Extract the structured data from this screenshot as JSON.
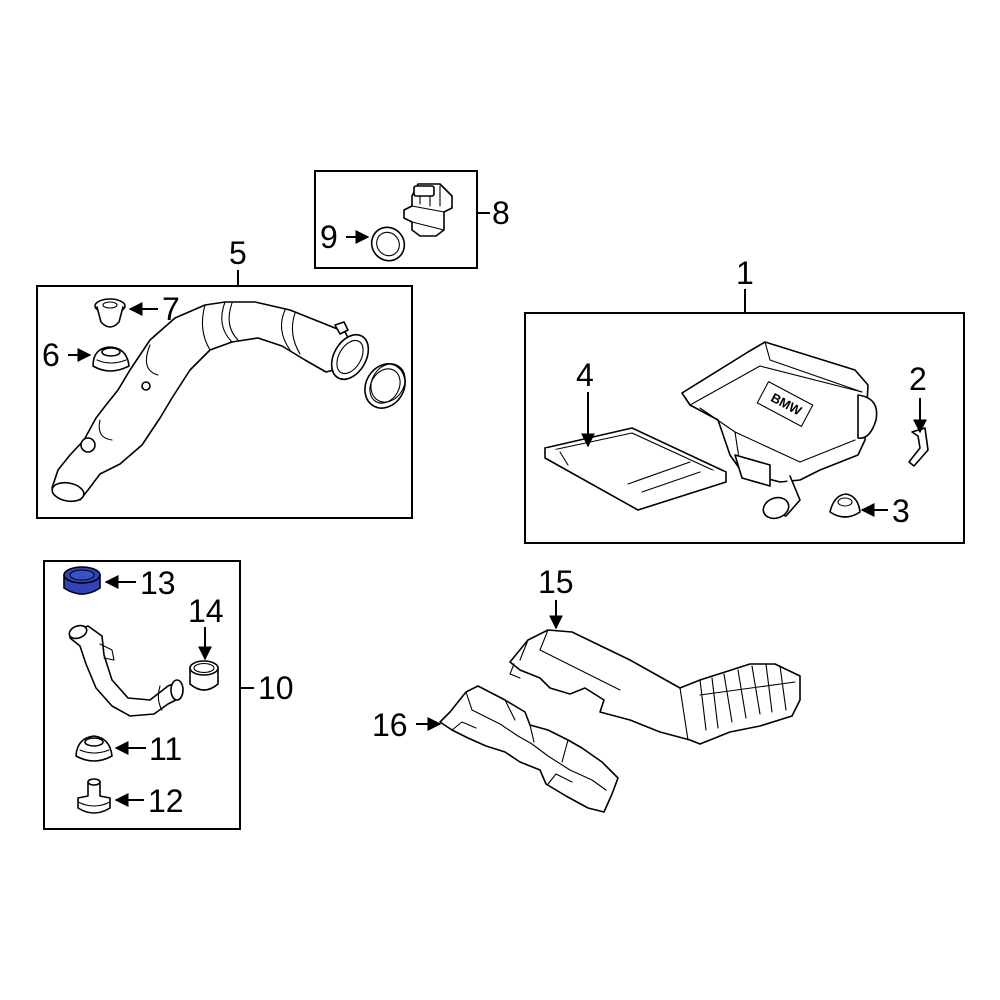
{
  "diagram": {
    "callouts": {
      "c1": "1",
      "c2": "2",
      "c3": "3",
      "c4": "4",
      "c5": "5",
      "c6": "6",
      "c7": "7",
      "c8": "8",
      "c9": "9",
      "c10": "10",
      "c11": "11",
      "c12": "12",
      "c13": "13",
      "c14": "14",
      "c15": "15",
      "c16": "16"
    },
    "logo_text": "BMW",
    "colors": {
      "line": "#000000",
      "background": "#ffffff",
      "highlight_fill": "#2e44b8"
    },
    "highlighted_callout": "13"
  }
}
